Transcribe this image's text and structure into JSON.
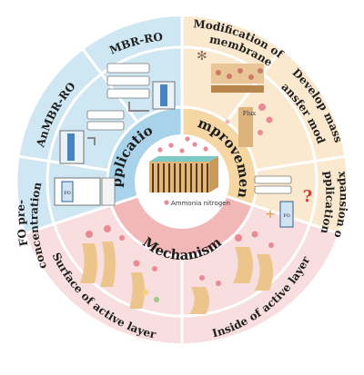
{
  "center": {
    "caption": "Ammonia nitrogen",
    "flux_label": "Flux",
    "fo_label": "FO",
    "question_mark": "?"
  },
  "inner": {
    "application": "Application",
    "improvement": "Improvement",
    "mechanism": "Mechanism"
  },
  "outer": {
    "mbr_ro": "MBR-RO",
    "anmbr_ro": "AnMBR-RO",
    "fo_pre_line1": "FO pre-",
    "fo_pre_line2": "concentration",
    "modification_line1": "Modification of",
    "modification_line2": "membrane",
    "mass_transfer_line1": "Develop mass",
    "mass_transfer_line2": "transfer model",
    "expansion_line1": "Expansion of",
    "expansion_line2": "applications",
    "surface": "Surface of active layer",
    "inside": "Inside of active layer"
  },
  "colors": {
    "application": "#cfe6f3",
    "application_inner": "#a9d3ea",
    "improvement": "#fbe9cf",
    "improvement_inner": "#f6d6a3",
    "mechanism": "#f8dede",
    "mechanism_inner": "#f2b7b7",
    "ammonia_dot": "#e98a94",
    "question": "#d63a2e"
  }
}
